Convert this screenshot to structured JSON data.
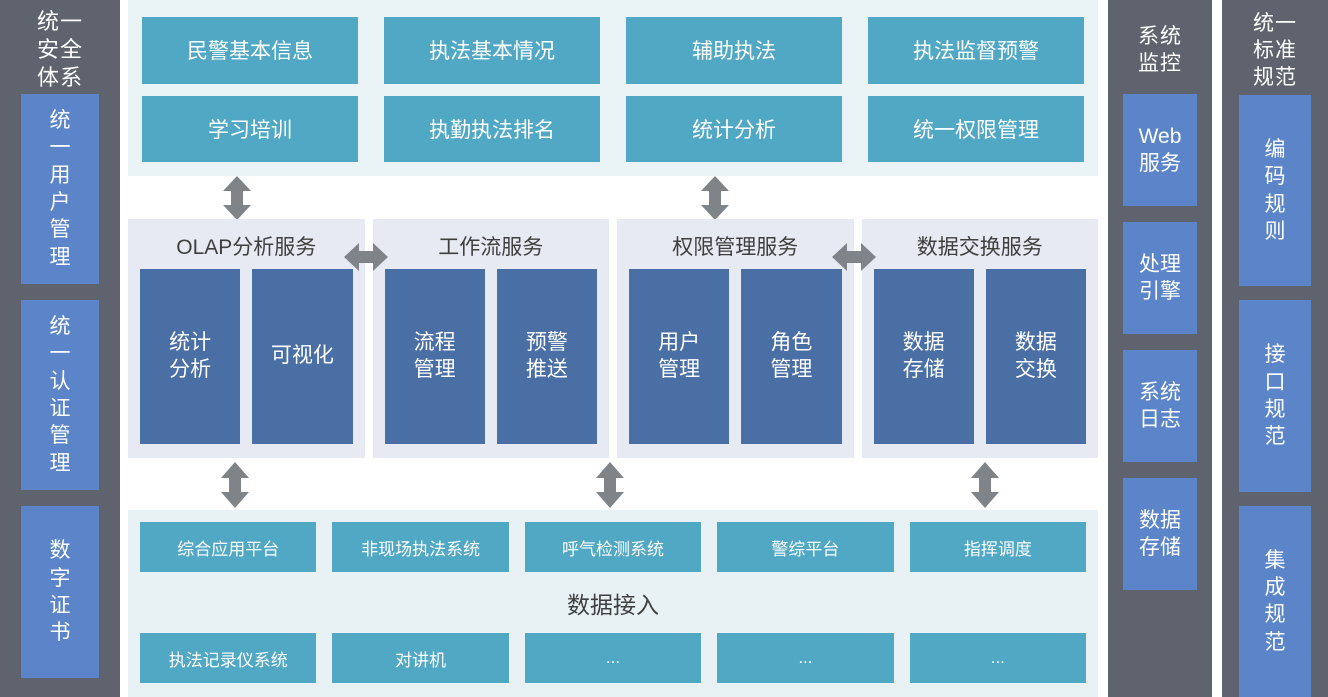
{
  "left_rail": {
    "title": "统一\n安全\n体系",
    "items": [
      {
        "label": "统\n一\n用\n户\n管\n理"
      },
      {
        "label": "统\n一\n认\n证\n管\n理"
      },
      {
        "label": "数\n字\n证\n书"
      }
    ]
  },
  "application_layer": {
    "rows": [
      [
        {
          "label": "民警基本信息"
        },
        {
          "label": "执法基本情况"
        },
        {
          "label": "辅助执法"
        },
        {
          "label": "执法监督预警"
        }
      ],
      [
        {
          "label": "学习培训"
        },
        {
          "label": "执勤执法排名"
        },
        {
          "label": "统计分析"
        },
        {
          "label": "统一权限管理"
        }
      ]
    ]
  },
  "service_layer": {
    "panels": [
      {
        "title": "OLAP分析服务",
        "boxes": [
          {
            "label": "统计\n分析"
          },
          {
            "label": "可视化"
          }
        ]
      },
      {
        "title": "工作流服务",
        "boxes": [
          {
            "label": "流程\n管理"
          },
          {
            "label": "预警\n推送"
          }
        ]
      },
      {
        "title": "权限管理服务",
        "boxes": [
          {
            "label": "用户\n管理"
          },
          {
            "label": "角色\n管理"
          }
        ]
      },
      {
        "title": "数据交换服务",
        "boxes": [
          {
            "label": "数据\n存储"
          },
          {
            "label": "数据\n交换"
          }
        ]
      }
    ]
  },
  "data_layer": {
    "caption": "数据接入",
    "rows": [
      [
        {
          "label": "综合应用平台"
        },
        {
          "label": "非现场执法系统"
        },
        {
          "label": "呼气检测系统"
        },
        {
          "label": "警综平台"
        },
        {
          "label": "指挥调度"
        }
      ],
      [
        {
          "label": "执法记录仪系统"
        },
        {
          "label": "对讲机"
        },
        {
          "label": "..."
        },
        {
          "label": "..."
        },
        {
          "label": "..."
        }
      ]
    ]
  },
  "monitor_rail": {
    "title": "系统\n监控",
    "items": [
      {
        "label": "Web\n服务"
      },
      {
        "label": "处理\n引擎"
      },
      {
        "label": "系统\n日志"
      },
      {
        "label": "数据\n存储"
      }
    ]
  },
  "standard_rail": {
    "title": "统一\n标准\n规范",
    "items": [
      {
        "label": "编\n码\n规\n则"
      },
      {
        "label": "接\n口\n规\n范"
      },
      {
        "label": "集\n成\n规\n范"
      }
    ]
  },
  "colors": {
    "rail_bg": "#5e636d",
    "rail_chip": "#5b85c8",
    "teal": "#51a8c4",
    "service_panel": "#e7eaf2",
    "service_box": "#4a6fa5",
    "app_layer_bg": "#eaf3f6",
    "data_layer_bg": "#e8f2f5",
    "arrow": "#7f8488"
  }
}
